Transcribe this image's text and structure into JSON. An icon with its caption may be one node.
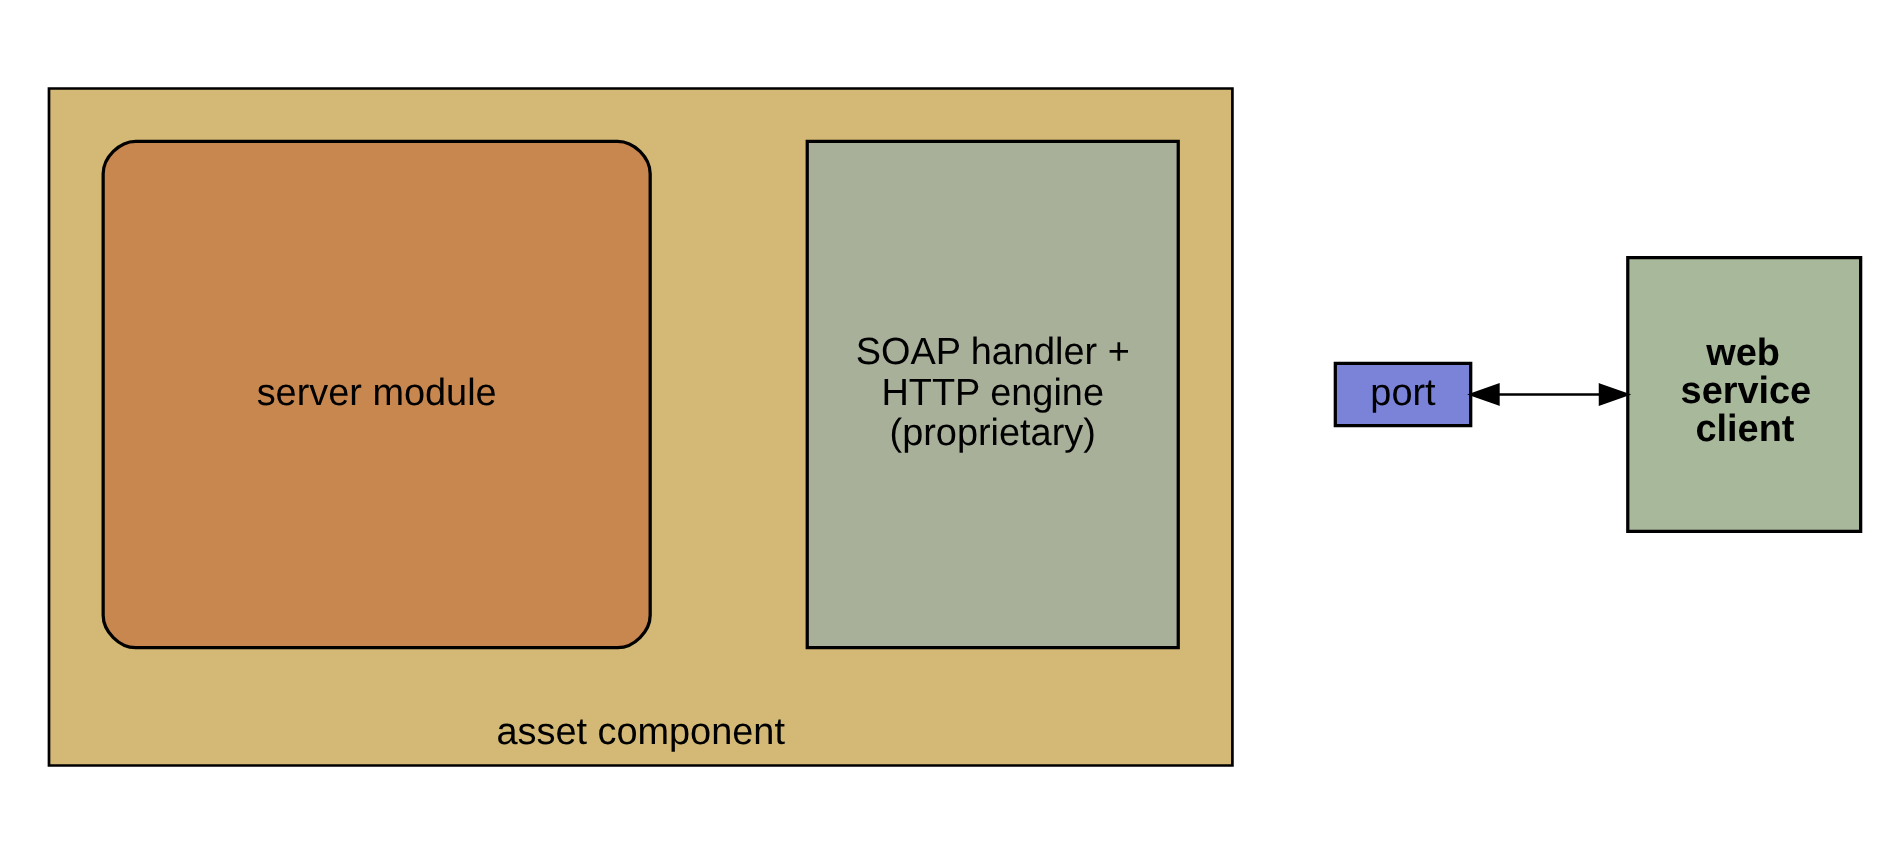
{
  "diagram": {
    "nodes": [
      {
        "text": [
          "asset component"
        ]
      },
      {
        "text": [
          "server module"
        ],
        "in": 0
      },
      {
        "text": [
          "SOAP handler + HTTP engine (proprietary)"
        ],
        "in": 0
      },
      {
        "text": [
          "port"
        ]
      },
      {
        "text": [
          "web service client"
        ]
      }
    ],
    "edges": [
      {
        "from": 3,
        "to": 4,
        "arrow": "both"
      }
    ]
  }
}
